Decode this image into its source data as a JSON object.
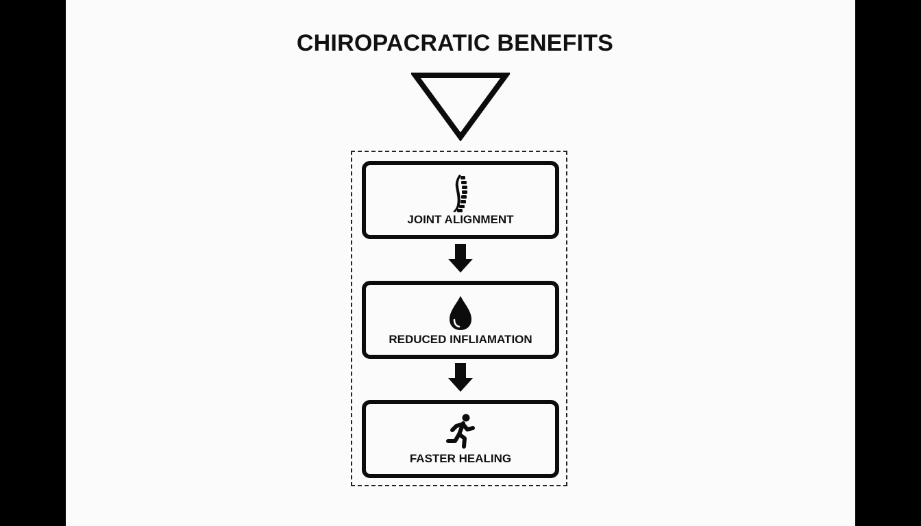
{
  "diagram": {
    "title": "CHIROPACRATIC BENEFITS",
    "steps": [
      {
        "label": "JOINT ALIGNMENT",
        "icon": "spine-icon"
      },
      {
        "label": "REDUCED INFLIAMATION",
        "icon": "water-drop-icon"
      },
      {
        "label": "FASTER HEALING",
        "icon": "running-person-icon"
      }
    ],
    "colors": {
      "background": "#fbfbfb",
      "ink": "#0c0c0c",
      "frame": "#000000"
    }
  }
}
